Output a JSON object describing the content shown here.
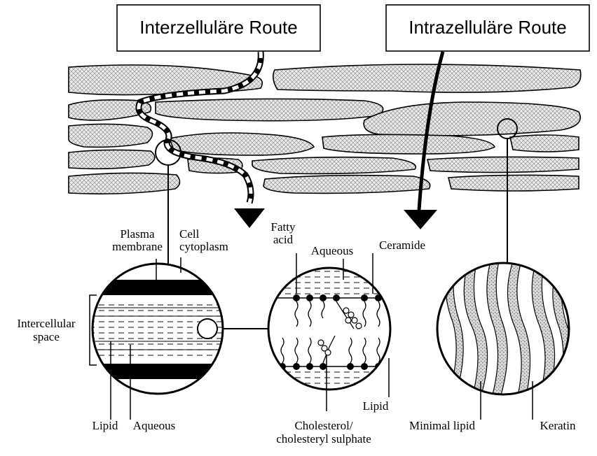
{
  "route_labels": {
    "intercellular": "Interzelluläre Route",
    "intracellular": "Intrazelluläre Route"
  },
  "left_circle": {
    "plasma_membrane": [
      "Plasma",
      "membrane"
    ],
    "cell_cytoplasm": [
      "Cell",
      "cytoplasm"
    ],
    "intercellular_space": [
      "Intercellular",
      "space"
    ],
    "lipid": "Lipid",
    "aqueous": "Aqueous"
  },
  "middle_circle": {
    "fatty_acid": [
      "Fatty",
      "acid"
    ],
    "aqueous": "Aqueous",
    "ceramide": "Ceramide",
    "lipid": "Lipid",
    "cholesterol": [
      "Cholesterol/",
      "cholesteryl sulphate"
    ]
  },
  "right_circle": {
    "minimal_lipid": "Minimal lipid",
    "keratin": "Keratin"
  }
}
